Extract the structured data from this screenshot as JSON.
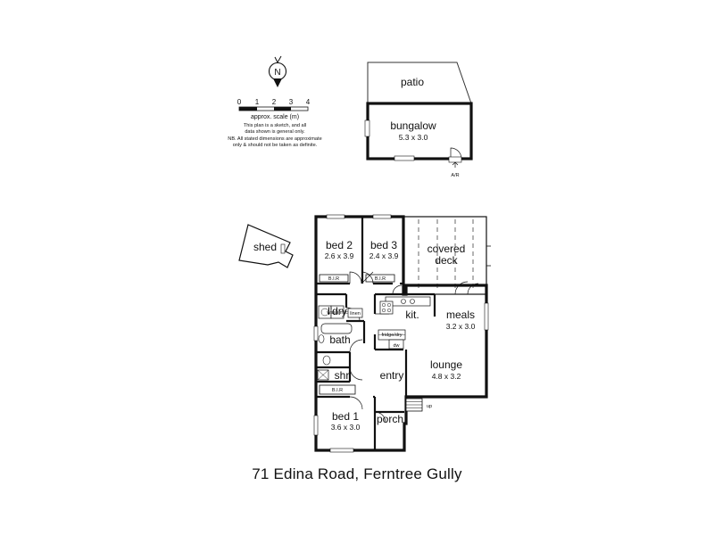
{
  "legend": {
    "north": "N",
    "scale_ticks": [
      "0",
      "1",
      "2",
      "3",
      "4"
    ],
    "scale_label": "approx. scale (m)",
    "disclaimer_1": "This plan is a sketch, and all",
    "disclaimer_2": "data shown is general only.",
    "disclaimer_3": "NB. All stated dimensions are approximate",
    "disclaimer_4": "only & should not be taken as definite."
  },
  "outbuildings": {
    "patio": "patio",
    "bungalow": {
      "name": "bungalow",
      "size": "5.3 x 3.0"
    },
    "bungalow_note": "A/R",
    "shed": "shed"
  },
  "rooms": {
    "bed2": {
      "name": "bed 2",
      "size": "2.6 x 3.9"
    },
    "bed3": {
      "name": "bed 3",
      "size": "2.4 x 3.9"
    },
    "covered_deck_1": "covered",
    "covered_deck_2": "deck",
    "kitchen": "kit.",
    "meals": {
      "name": "meals",
      "size": "3.2 x 3.0"
    },
    "laundry": "l'dry",
    "bath": "bath",
    "shower": "shr",
    "entry": "entry",
    "lounge": {
      "name": "lounge",
      "size": "4.8 x 3.2"
    },
    "bed1": {
      "name": "bed 1",
      "size": "3.6 x 3.0"
    },
    "porch": "porch"
  },
  "fixtures": {
    "bir_1": "B.I.R",
    "bir_2": "B.I.R",
    "bir_3": "B.I.R",
    "linen": "linen",
    "wash": "wash m/c",
    "fridge_dry": "fridge/dry",
    "dw": "dw",
    "porch_note": "up"
  },
  "address": "71 Edina Road, Ferntree Gully"
}
